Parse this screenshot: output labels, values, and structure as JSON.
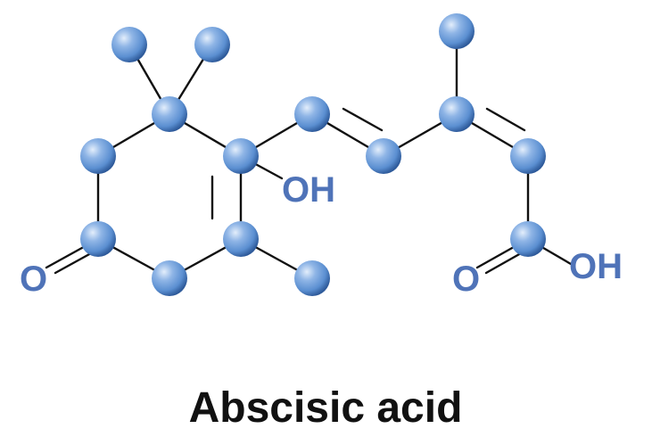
{
  "molecule": {
    "name": "Abscisic acid",
    "hydroxyl_label": "OH",
    "ketone_label": "O",
    "carboxyl_oxygen_label": "O",
    "carboxyl_hydroxyl_label": "OH"
  },
  "colors": {
    "atom": "#5b8fd1",
    "atom_highlight": "#d7e6f7",
    "atom_shadow": "#2e5a9a",
    "bond": "#111111",
    "label": "#4f73b8",
    "title": "#111111"
  }
}
